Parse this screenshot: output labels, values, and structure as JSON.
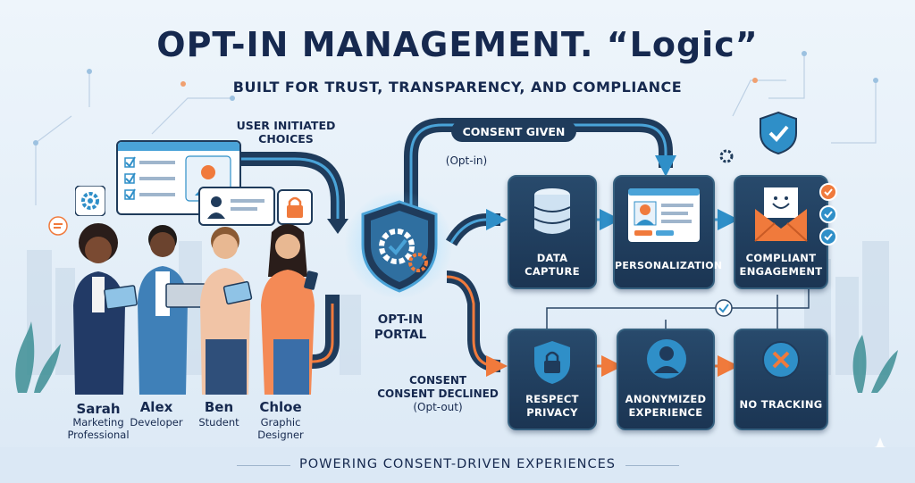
{
  "header": {
    "title": "OPT-IN MANAGEMENT. “Logic”",
    "subtitle": "BUILT FOR TRUST, TRANSPARENCY, AND COMPLIANCE"
  },
  "labels": {
    "user_initiated": "USER INITIATED",
    "choices": "CHOICES",
    "consent_given": "CONSENT GIVEN",
    "opt_in": "(Opt-in)",
    "portal_line1": "OPT-IN",
    "portal_line2": "PORTAL",
    "consent": "CONSENT",
    "consent_declined": "CONSENT DECLINED",
    "opt_out": "(Opt-out)"
  },
  "people": [
    {
      "name": "Sarah",
      "role_line1": "Marketing",
      "role_line2": "Professional"
    },
    {
      "name": "Alex",
      "role_line1": "Developer",
      "role_line2": ""
    },
    {
      "name": "Ben",
      "role_line1": "Student",
      "role_line2": ""
    },
    {
      "name": "Chloe",
      "role_line1": "Graphic",
      "role_line2": "Designer"
    }
  ],
  "opt_in_cards": [
    {
      "line1": "DATA",
      "line2": "CAPTURE",
      "icon": "database-icon"
    },
    {
      "line1": "PERSONALIZATION",
      "line2": "",
      "icon": "profile-card-icon"
    },
    {
      "line1": "COMPLIANT",
      "line2": "ENGAGEMENT",
      "icon": "envelope-icon"
    }
  ],
  "opt_out_cards": [
    {
      "line1": "RESPECT",
      "line2": "PRIVACY",
      "icon": "shield-lock-icon"
    },
    {
      "line1": "ANONYMIZED",
      "line2": "EXPERIENCE",
      "icon": "anonymous-user-icon"
    },
    {
      "line1": "NO TRACKING",
      "line2": "",
      "icon": "no-tracking-icon"
    }
  ],
  "footer": {
    "text": "POWERING CONSENT-DRIVEN EXPERIENCES"
  },
  "colors": {
    "navy": "#16294f",
    "card": "#1f3b5b",
    "accent_blue": "#2f8fc8",
    "accent_orange": "#f07a3c",
    "background": "#e6f0f8"
  }
}
